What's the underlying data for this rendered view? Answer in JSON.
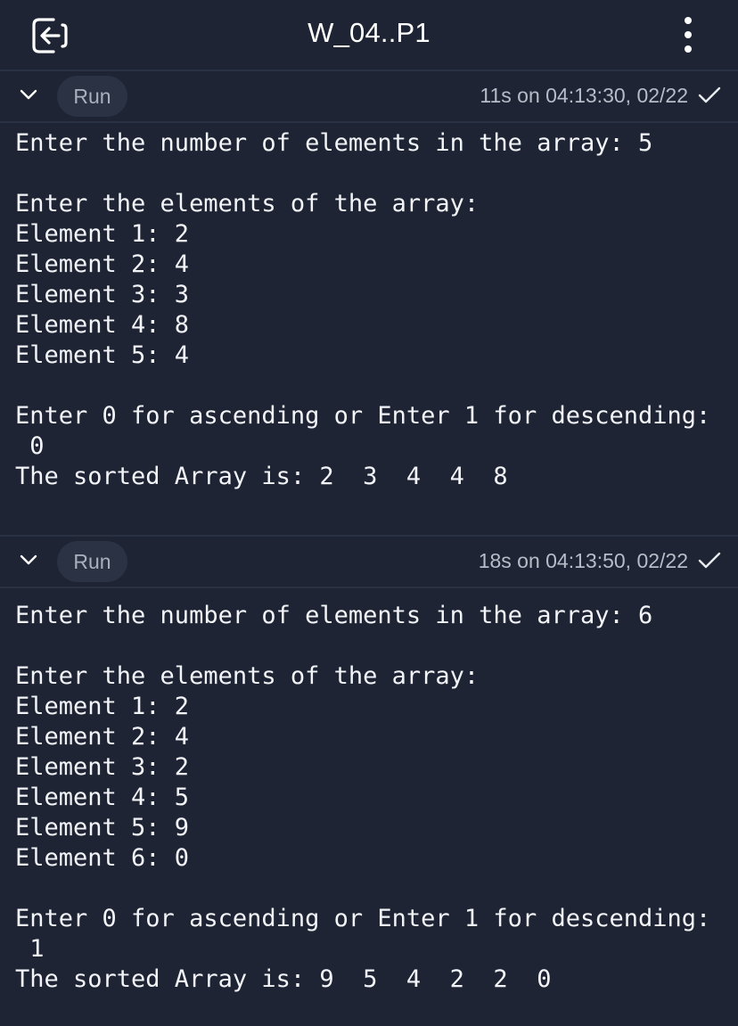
{
  "app": {
    "title": "W_04..P1"
  },
  "runs": [
    {
      "button_label": "Run",
      "meta": "11s on 04:13:30, 02/22",
      "output_lines": [
        "Enter the number of elements in the array: 5",
        "",
        "Enter the elements of the array:",
        "Element 1: 2",
        "Element 2: 4",
        "Element 3: 3",
        "Element 4: 8",
        "Element 5: 4",
        "",
        "Enter 0 for ascending or Enter 1 for descending:",
        " 0",
        "The sorted Array is: 2  3  4  4  8"
      ]
    },
    {
      "button_label": "Run",
      "meta": "18s on 04:13:50, 02/22",
      "output_lines": [
        "Enter the number of elements in the array: 6",
        "",
        "Enter the elements of the array:",
        "Element 1: 2",
        "Element 2: 4",
        "Element 3: 2",
        "Element 4: 5",
        "Element 5: 9",
        "Element 6: 0",
        "",
        "Enter 0 for ascending or Enter 1 for descending:",
        " 1",
        "The sorted Array is: 9  5  4  2  2  0"
      ]
    }
  ],
  "icons": {
    "back": "exit-arrow-icon",
    "menu": "kebab-menu-icon",
    "collapse": "chevron-down-icon",
    "status": "checkmark-icon"
  },
  "colors": {
    "background": "#1e2433",
    "divider": "#2a3142",
    "pill": "#2b3243",
    "text": "#f2f4f8",
    "muted": "#b6bcc8"
  }
}
